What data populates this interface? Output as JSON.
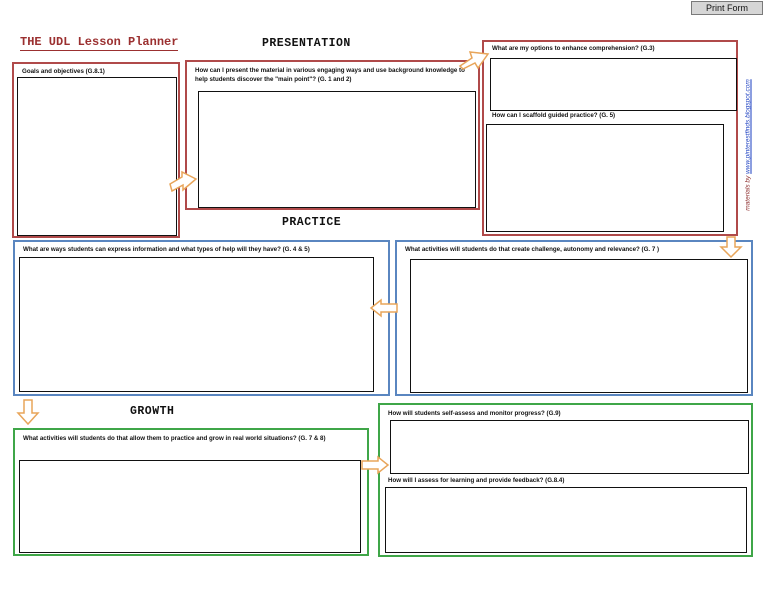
{
  "print_button": "Print Form",
  "title": "THE UDL Lesson Planner",
  "sections": {
    "presentation": "PRESENTATION",
    "practice": "PRACTICE",
    "growth": "GROWTH"
  },
  "prompts": {
    "goals": "Goals and objectives (G.8.1)",
    "present": "How can I present the material in various engaging ways and use background knowledge to help students discover the \"main point\"? (G. 1 and 2)",
    "comprehension": "What are my options to enhance comprehension? (G.3)",
    "scaffold": "How can I scaffold guided practice? (G. 5)",
    "express": "What are ways students can express information and what types of help will they have? (G. 4 & 5)",
    "challenge": "What activities will students do that create challenge, autonomy and relevance? (G. 7 )",
    "realworld": "What activities will students do that allow them to practice and grow in real world situations? (G. 7 & 8)",
    "selfassess": "How will students self-assess and monitor progress? (G.9)",
    "feedback": "How will I assess for learning and provide feedback? (G.8.4)"
  },
  "credit": {
    "text": "materials by",
    "link": "www.pinterestfinds.blogspot.com"
  },
  "colors": {
    "red": "#b04a4a",
    "blue": "#5a86c0",
    "green": "#3fa648",
    "arrow": "#e8a55a"
  }
}
